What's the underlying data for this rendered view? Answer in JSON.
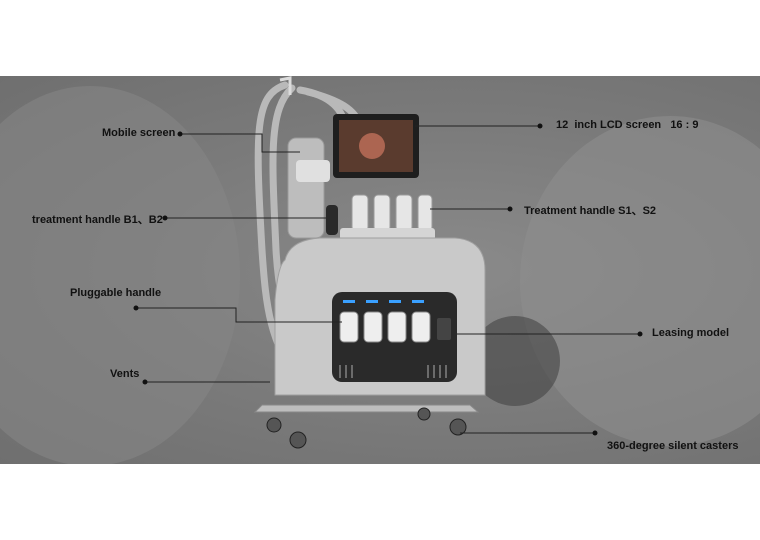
{
  "callouts": {
    "mobile_screen": "Mobile screen",
    "lcd_screen": "12  inch LCD screen   16 : 9",
    "handle_b": "treatment handle B1、B2",
    "handle_s": "Treatment handle S1、S2",
    "pluggable": "Pluggable handle",
    "leasing": "Leasing model",
    "vents": "Vents",
    "casters": "360-degree silent casters"
  },
  "colors": {
    "banner": "#7a7a7a",
    "body_silver": "#c9c9c9",
    "panel_dark": "#2a2a2a",
    "indicator": "#3aa0ff"
  }
}
